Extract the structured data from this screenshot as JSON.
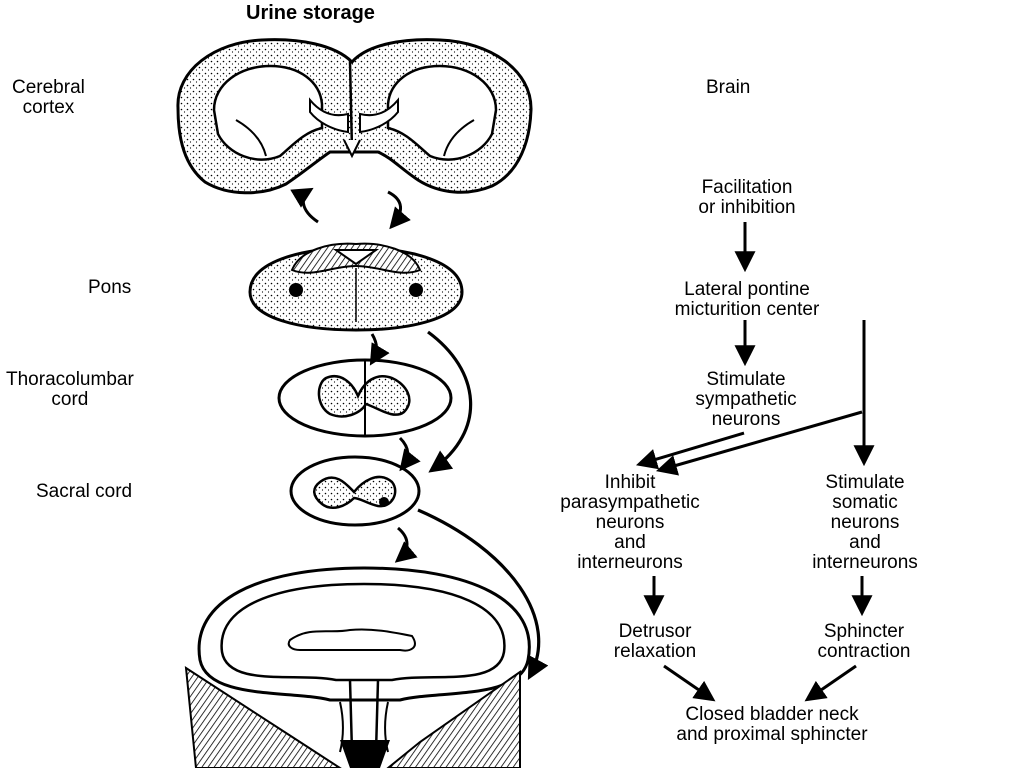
{
  "title": "Urine storage",
  "anatomy_labels": {
    "cerebral_cortex": [
      "Cerebral",
      "cortex"
    ],
    "pons": "Pons",
    "thoracolumbar_cord": [
      "Thoracolumbar",
      "cord"
    ],
    "sacral_cord": "Sacral cord"
  },
  "flow": {
    "brain": "Brain",
    "facilitation": [
      "Facilitation",
      "or inhibition"
    ],
    "pontine_center": [
      "Lateral pontine",
      "micturition center"
    ],
    "stimulate_sympathetic": [
      "Stimulate",
      "sympathetic",
      "neurons"
    ],
    "inhibit_parasympathetic": [
      "Inhibit",
      "parasympathetic",
      "neurons",
      "and",
      "interneurons"
    ],
    "stimulate_somatic": [
      "Stimulate",
      "somatic",
      "neurons",
      "and",
      "interneurons"
    ],
    "detrusor": [
      "Detrusor",
      "relaxation"
    ],
    "sphincter": [
      "Sphincter",
      "contraction"
    ],
    "closed_neck": [
      "Closed bladder neck",
      "and proximal sphincter"
    ]
  }
}
